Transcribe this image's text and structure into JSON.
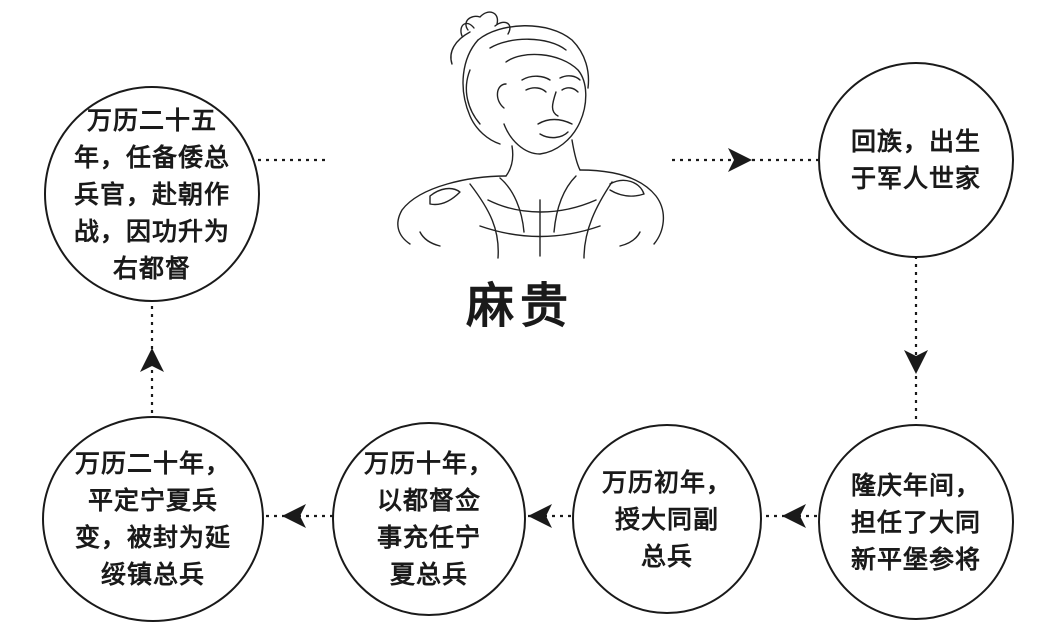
{
  "title": "麻贵",
  "nodes": {
    "node_1": "回族，出生\n于军人世家",
    "node_2": "隆庆年间，\n担任了大同\n新平堡参将",
    "node_3": "万历初年，\n授大同副\n总兵",
    "node_4": "万历十年，\n以都督佥\n事充任宁\n夏总兵",
    "node_5": "万历二十年，\n平定宁夏兵\n变，被封为延\n绥镇总兵",
    "node_6": "万历二十五\n年，任备倭总\n兵官，赴朝作\n战，因功升为\n右都督"
  }
}
